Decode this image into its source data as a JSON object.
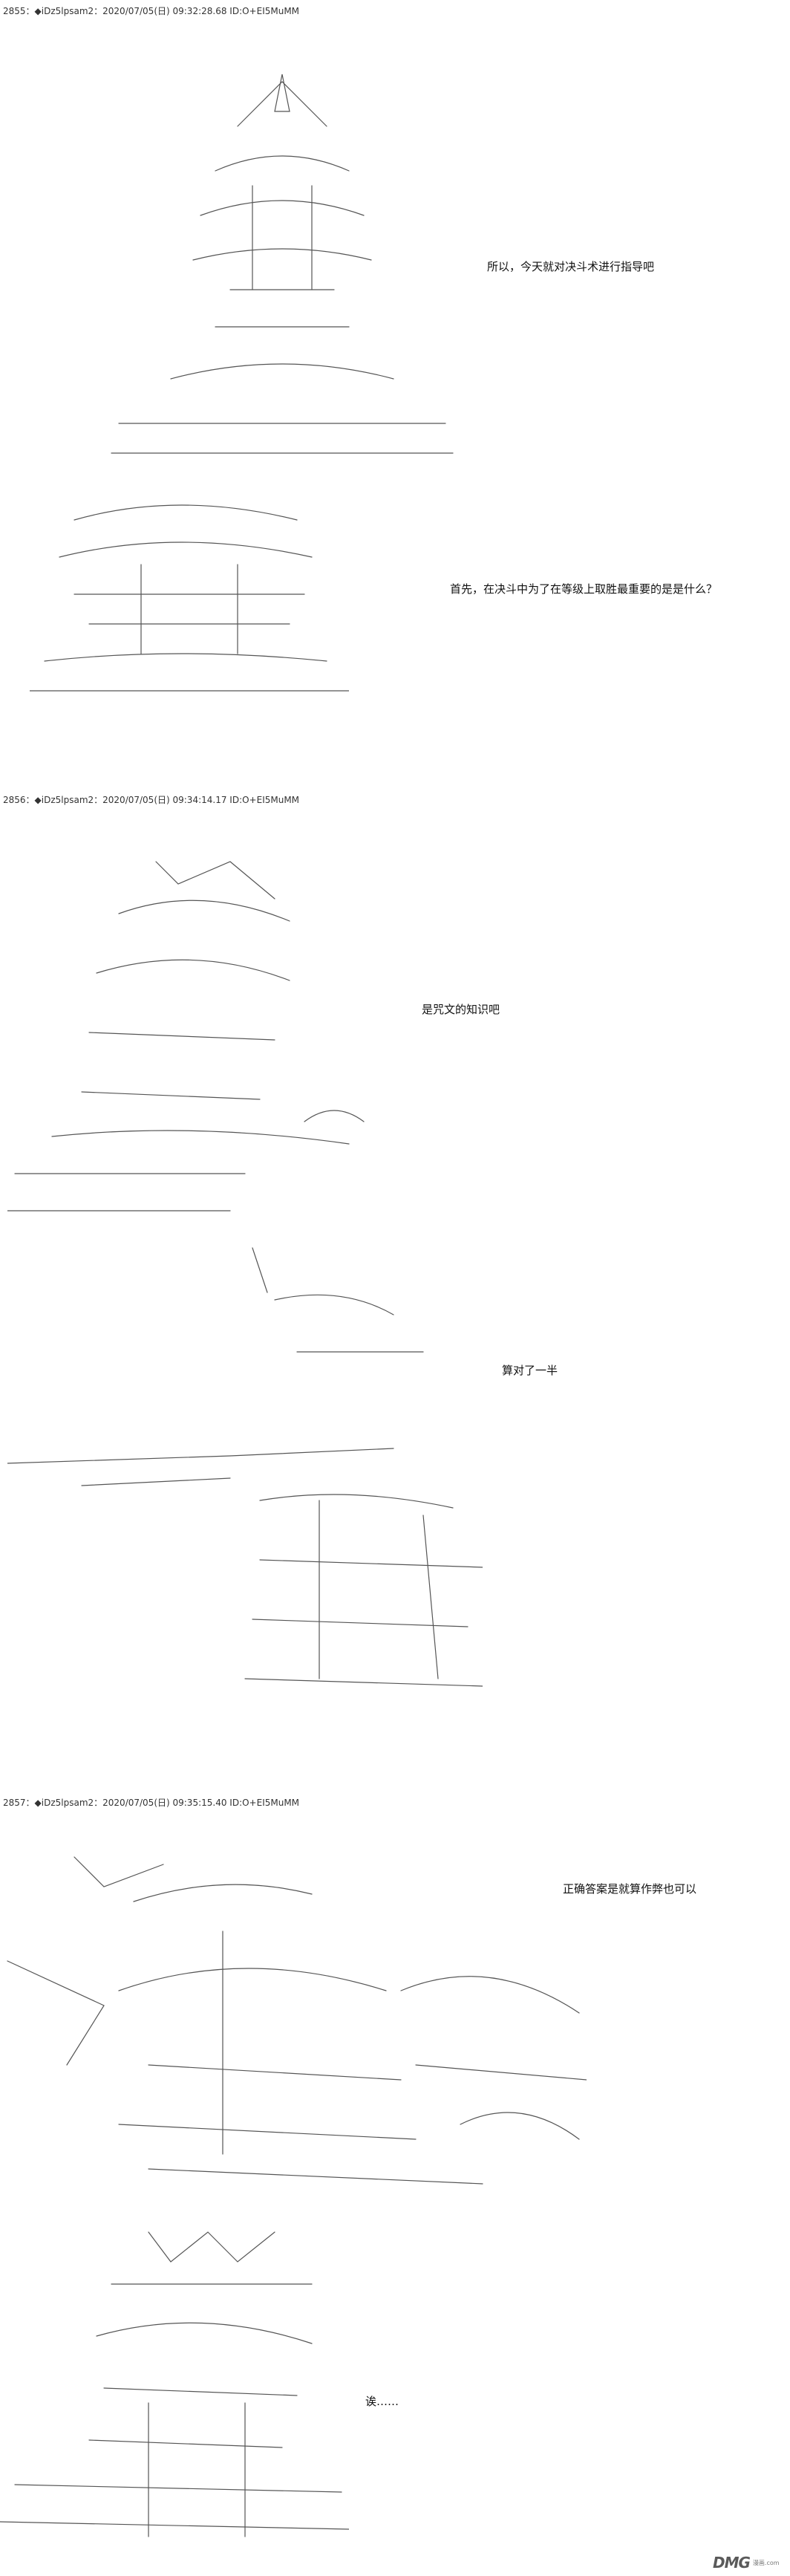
{
  "posts": [
    {
      "header": "2855：◆iDz5lpsam2：2020/07/05(日) 09:32:28.68 ID:O+EI5MuMM",
      "lines": [
        "所以，今天就对决斗术进行指导吧",
        "首先，在决斗中为了在等级上取胜最重要的是是什么？"
      ]
    },
    {
      "header": "2856：◆iDz5lpsam2：2020/07/05(日) 09:34:14.17 ID:O+EI5MuMM",
      "lines": [
        "是咒文的知识吧",
        "算对了一半"
      ]
    },
    {
      "header": "2857：◆iDz5lpsam2：2020/07/05(日) 09:35:15.40 ID:O+EI5MuMM",
      "lines": [
        "正确答案是就算作弊也可以",
        "诶……"
      ]
    }
  ],
  "watermark": {
    "logo": "DMG",
    "sub": "漫画.com"
  }
}
